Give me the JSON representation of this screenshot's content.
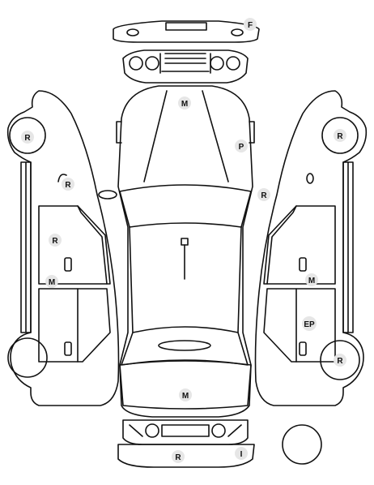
{
  "badges": {
    "front_bumper": "F",
    "hood": "M",
    "right_front_fender": "P",
    "right_mirror": "R",
    "left_front_wheel": "R",
    "left_mirror": "R",
    "left_front_door": "R",
    "left_door_seam": "M",
    "right_front_wheel": "R",
    "right_door_seam": "M",
    "right_rear_door": "EP",
    "right_rear_wheel": "R",
    "trunk": "M",
    "rear_bumper_left": "R",
    "rear_bumper_right": "I"
  },
  "colors": {
    "line": "#111111",
    "badge_fill": "#e6e6e6",
    "background": "#ffffff"
  }
}
